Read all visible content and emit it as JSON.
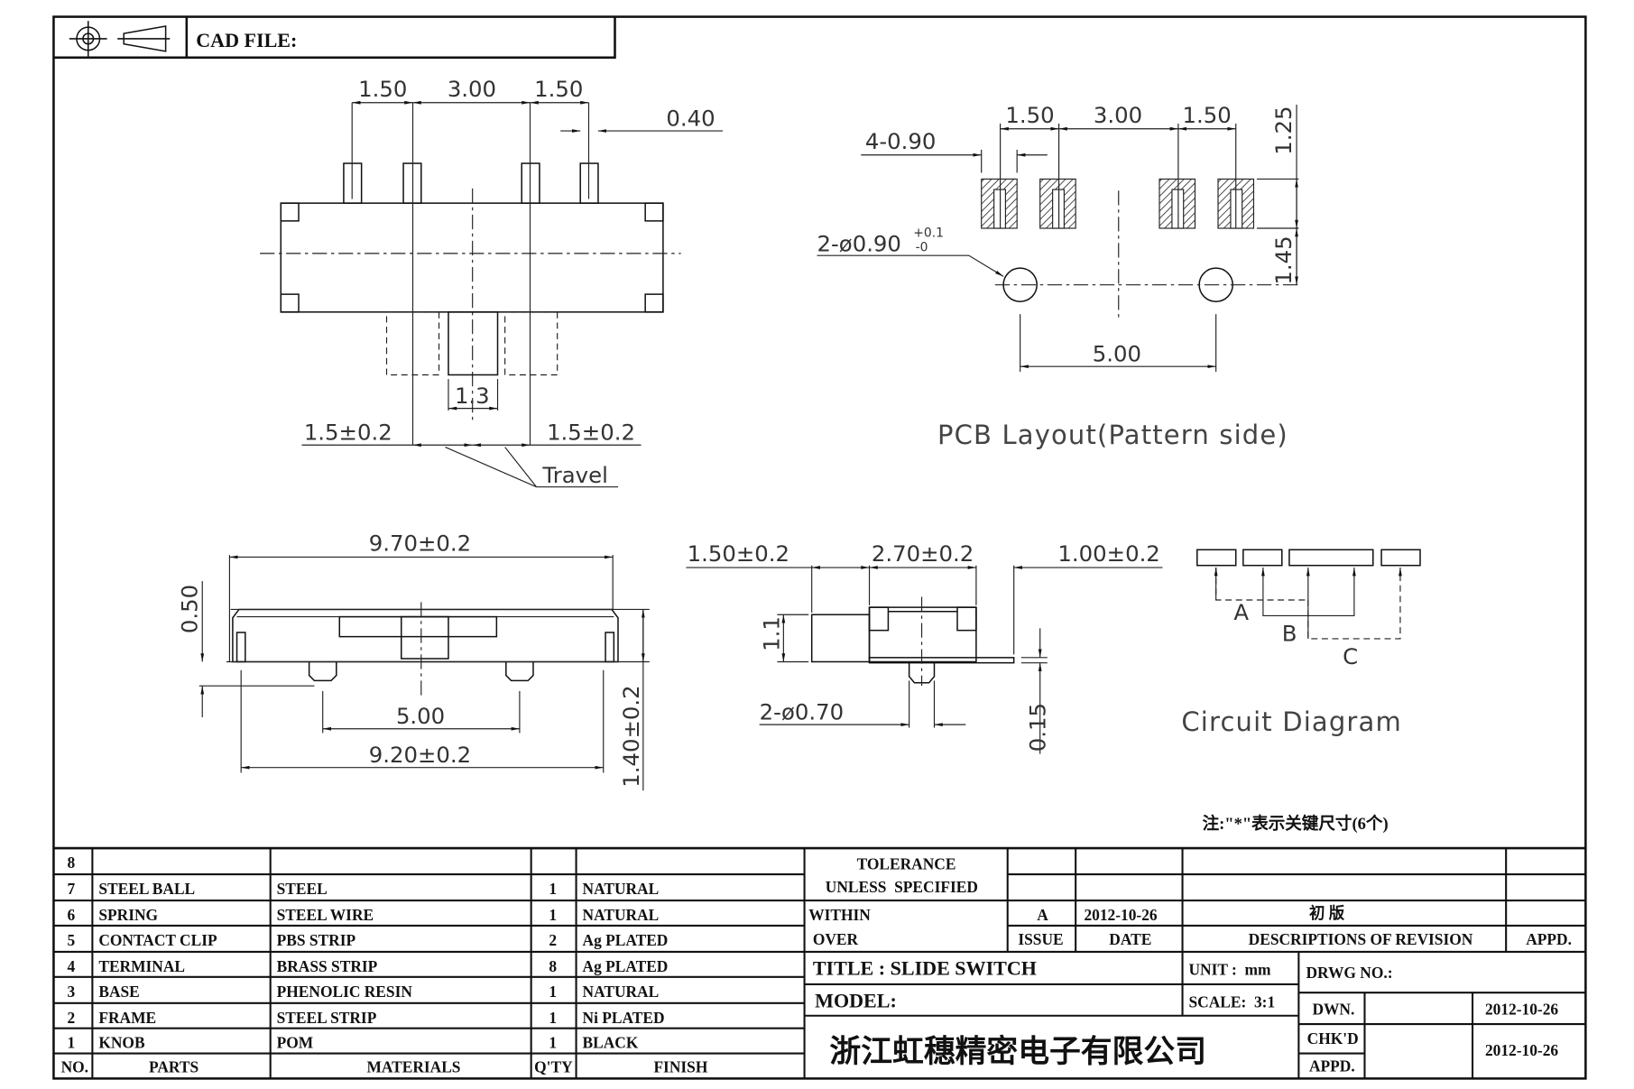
{
  "header": {
    "cad_file_label": "CAD FILE:"
  },
  "top_view": {
    "dims": {
      "pitch_left": "1.50",
      "pitch_mid": "3.00",
      "pitch_right": "1.50",
      "pin_width": "0.40",
      "knob": "1.3",
      "travel_left": "1.5±0.2",
      "travel_right": "1.5±0.2"
    },
    "travel_label": "Travel"
  },
  "pcb_layout": {
    "dims": {
      "pitch_left": "1.50",
      "pitch_mid": "3.00",
      "pitch_right": "1.50",
      "pad_width": "4-0.90",
      "pad_height": "1.25",
      "row_offset": "1.45",
      "hole_dia": "2-ø0.90",
      "hole_tol_plus": "+0.1",
      "hole_tol_minus": "-0",
      "hole_spacing": "5.00"
    },
    "title": "PCB Layout(Pattern side)"
  },
  "front_view": {
    "dims": {
      "overall_width": "9.70±0.2",
      "body_width": "9.20±0.2",
      "peg_spacing": "5.00",
      "top_height": "0.50",
      "total_height": "1.40±0.2"
    }
  },
  "side_view": {
    "dims": {
      "knob_ext": "1.50±0.2",
      "body_depth": "2.70±0.2",
      "terminal": "1.00±0.2",
      "knob_height": "1.1",
      "peg_dia": "2-ø0.70",
      "terminal_thick": "0.15"
    }
  },
  "circuit": {
    "title": "Circuit Diagram",
    "labels": [
      "A",
      "B",
      "C"
    ]
  },
  "note": "注:\"*\"表示关键尺寸(6个)",
  "bom": {
    "headers": {
      "no": "NO.",
      "parts": "PARTS",
      "materials": "MATERIALS",
      "qty": "Q'TY",
      "finish": "FINISH"
    },
    "rows": [
      {
        "no": "8",
        "parts": "",
        "materials": "",
        "qty": "",
        "finish": ""
      },
      {
        "no": "7",
        "parts": "STEEL BALL",
        "materials": "STEEL",
        "qty": "1",
        "finish": "NATURAL"
      },
      {
        "no": "6",
        "parts": "SPRING",
        "materials": "STEEL WIRE",
        "qty": "1",
        "finish": "NATURAL"
      },
      {
        "no": "5",
        "parts": "CONTACT CLIP",
        "materials": "PBS STRIP",
        "qty": "2",
        "finish": "Ag PLATED"
      },
      {
        "no": "4",
        "parts": "TERMINAL",
        "materials": "BRASS STRIP",
        "qty": "8",
        "finish": "Ag PLATED"
      },
      {
        "no": "3",
        "parts": "BASE",
        "materials": "PHENOLIC RESIN",
        "qty": "1",
        "finish": "NATURAL"
      },
      {
        "no": "2",
        "parts": "FRAME",
        "materials": "STEEL STRIP",
        "qty": "1",
        "finish": "Ni PLATED"
      },
      {
        "no": "1",
        "parts": "KNOB",
        "materials": "POM",
        "qty": "1",
        "finish": "BLACK"
      }
    ]
  },
  "tolerance": {
    "line1": "TOLERANCE",
    "line2": "UNLESS  SPECIFIED",
    "within": "WITHIN",
    "over": "OVER"
  },
  "revision": {
    "issue": "A",
    "date": "2012-10-26",
    "description": "初 版",
    "headers": {
      "issue": "ISSUE",
      "date": "DATE",
      "description": "DESCRIPTIONS OF REVISION",
      "appd": "APPD."
    }
  },
  "title_block": {
    "title": "TITLE : SLIDE SWITCH",
    "model": "MODEL:",
    "unit": "UNIT :  mm",
    "scale": "SCALE:  3:1",
    "drwg_no": "DRWG NO.:",
    "dwn_label": "DWN.",
    "dwn_date": "2012-10-26",
    "chkd_label": "CHK'D",
    "appd_label": "APPD.",
    "chkd_date": "2012-10-26",
    "company": "浙江虹穗精密电子有限公司"
  }
}
